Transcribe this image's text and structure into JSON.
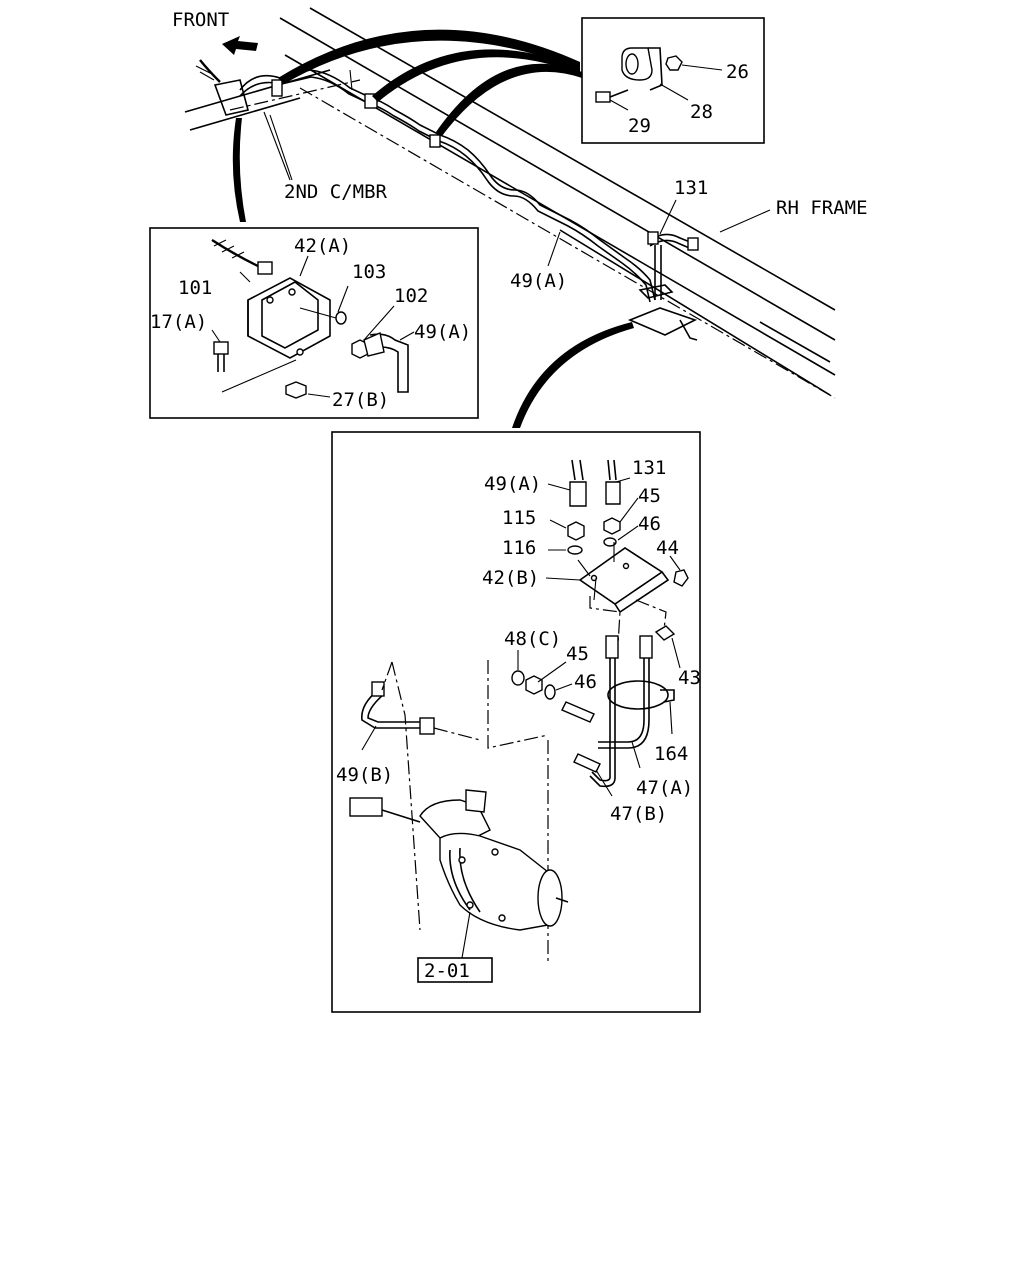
{
  "labels": {
    "front": "FRONT",
    "second_crossmember": "2ND C/MBR",
    "rh_frame": "RH FRAME",
    "p26": "26",
    "p28": "28",
    "p29": "29",
    "p131_top": "131",
    "p49a_top": "49(A)",
    "p42a": "42(A)",
    "p101": "101",
    "p103": "103",
    "p102": "102",
    "p17a": "17(A)",
    "p49a_inset": "49(A)",
    "p27b": "27(B)",
    "p49a_lower": "49(A)",
    "p131_lower": "131",
    "p45_upper": "45",
    "p115": "115",
    "p46_upper": "46",
    "p116": "116",
    "p44": "44",
    "p42b": "42(B)",
    "p48c": "48(C)",
    "p45_lower": "45",
    "p46_lower": "46",
    "p43": "43",
    "p164": "164",
    "p49b": "49(B)",
    "p47a": "47(A)",
    "p47b": "47(B)",
    "ref_201": "2-01"
  }
}
